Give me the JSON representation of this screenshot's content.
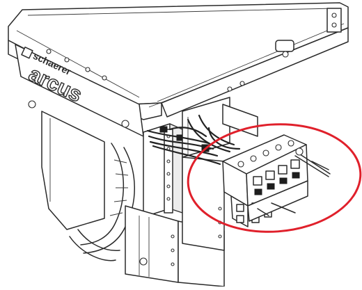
{
  "brand": {
    "maker": "schaerer",
    "model": "arcus"
  },
  "colors": {
    "highlight_ellipse": "#e0202b",
    "line": "#2a2a2a",
    "background": "#ffffff"
  },
  "icons": {
    "logo": "schaerer-logo-mark",
    "screws": "screw-icon"
  }
}
